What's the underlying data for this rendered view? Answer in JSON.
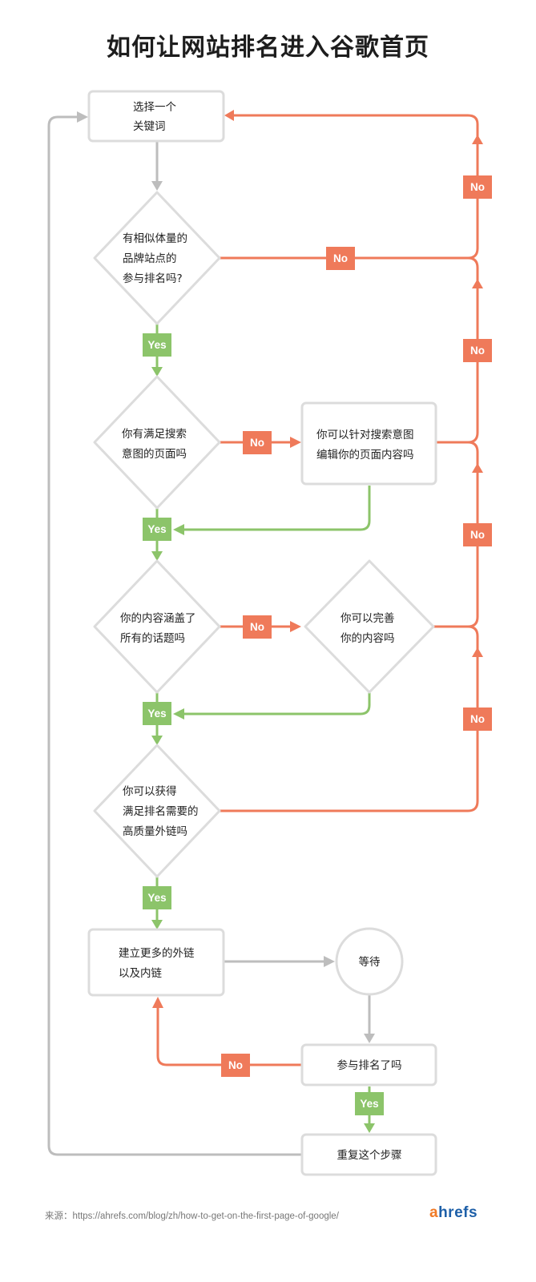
{
  "title": "如何让网站排名进入谷歌首页",
  "nodes": {
    "choose_keyword": [
      "选择一个",
      "关键词"
    ],
    "similar_brands": [
      "有相似体量的",
      "品牌站点的",
      "参与排名吗?"
    ],
    "matching_page": [
      "你有满足搜索",
      "意图的页面吗"
    ],
    "edit_page": [
      "你可以针对搜索意图",
      "编辑你的页面内容吗"
    ],
    "covers_topics": [
      "你的内容涵盖了",
      "所有的话题吗"
    ],
    "improve_content": [
      "你可以完善",
      "你的内容吗"
    ],
    "get_backlinks": [
      "你可以获得",
      "满足排名需要的",
      "高质量外链吗"
    ],
    "build_links": [
      "建立更多的外链",
      "以及内链"
    ],
    "wait": [
      "等待"
    ],
    "ranking": [
      "参与排名了吗"
    ],
    "repeat": [
      "重复这个步骤"
    ]
  },
  "labels": {
    "yes": "Yes",
    "no": "No"
  },
  "colors": {
    "no": "#ef7a5a",
    "yes": "#8cc46a",
    "neutral": "#bdbdbd",
    "box_border": "#dcdcdc"
  },
  "footer": {
    "source": "来源：https://ahrefs.com/blog/zh/how-to-get-on-the-first-page-of-google/",
    "logo_a": "a",
    "logo_rest": "hrefs"
  }
}
